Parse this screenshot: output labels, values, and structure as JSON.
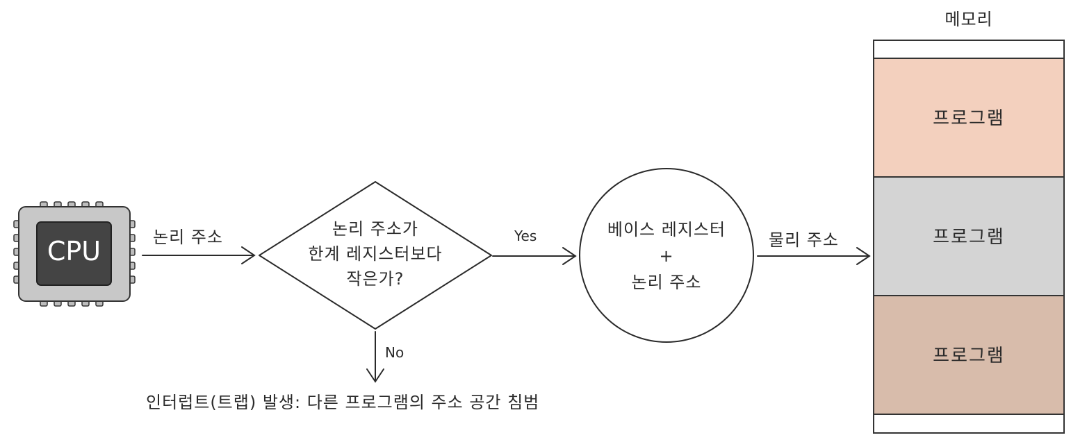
{
  "cpu": {
    "label": "CPU"
  },
  "arrows": {
    "logical_address": "논리 주소",
    "yes": "Yes",
    "no": "No",
    "physical_address": "물리 주소"
  },
  "decision": {
    "lines": [
      "논리 주소가",
      "한계 레지스터보다",
      "작은가?"
    ]
  },
  "adder": {
    "lines": [
      "베이스 레지스터",
      "+",
      "논리 주소"
    ]
  },
  "interrupt": {
    "text": "인터럽트(트랩) 발생: 다른 프로그램의 주소 공간 침범"
  },
  "memory": {
    "title": "메모리",
    "blocks": [
      {
        "label": "프로그램",
        "color": "#f3d0be"
      },
      {
        "label": "프로그램",
        "color": "#d4d4d4"
      },
      {
        "label": "프로그램",
        "color": "#d8bcab"
      }
    ]
  }
}
